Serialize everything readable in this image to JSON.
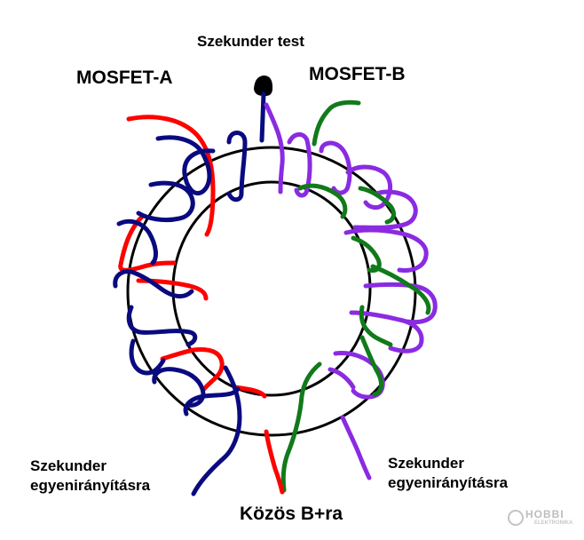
{
  "labels": {
    "secondary_test": "Szekunder test",
    "mosfet_a": "MOSFET-A",
    "mosfet_b": "MOSFET-B",
    "secondary_rect_left_line1": "Szekunder",
    "secondary_rect_left_line2": "egyenirányításra",
    "secondary_rect_right_line1": "Szekunder",
    "secondary_rect_right_line2": "egyenirányításra",
    "common": "Közös B+ra"
  },
  "watermark": {
    "text": "HOBBI",
    "subtext": "ELEKTRONIKA"
  },
  "colors": {
    "core": "#000000",
    "red_winding": "#ff0000",
    "navy_winding": "#0a0a80",
    "purple_winding": "#8a2be2",
    "green_winding": "#117a1a",
    "terminal": "#000000"
  }
}
